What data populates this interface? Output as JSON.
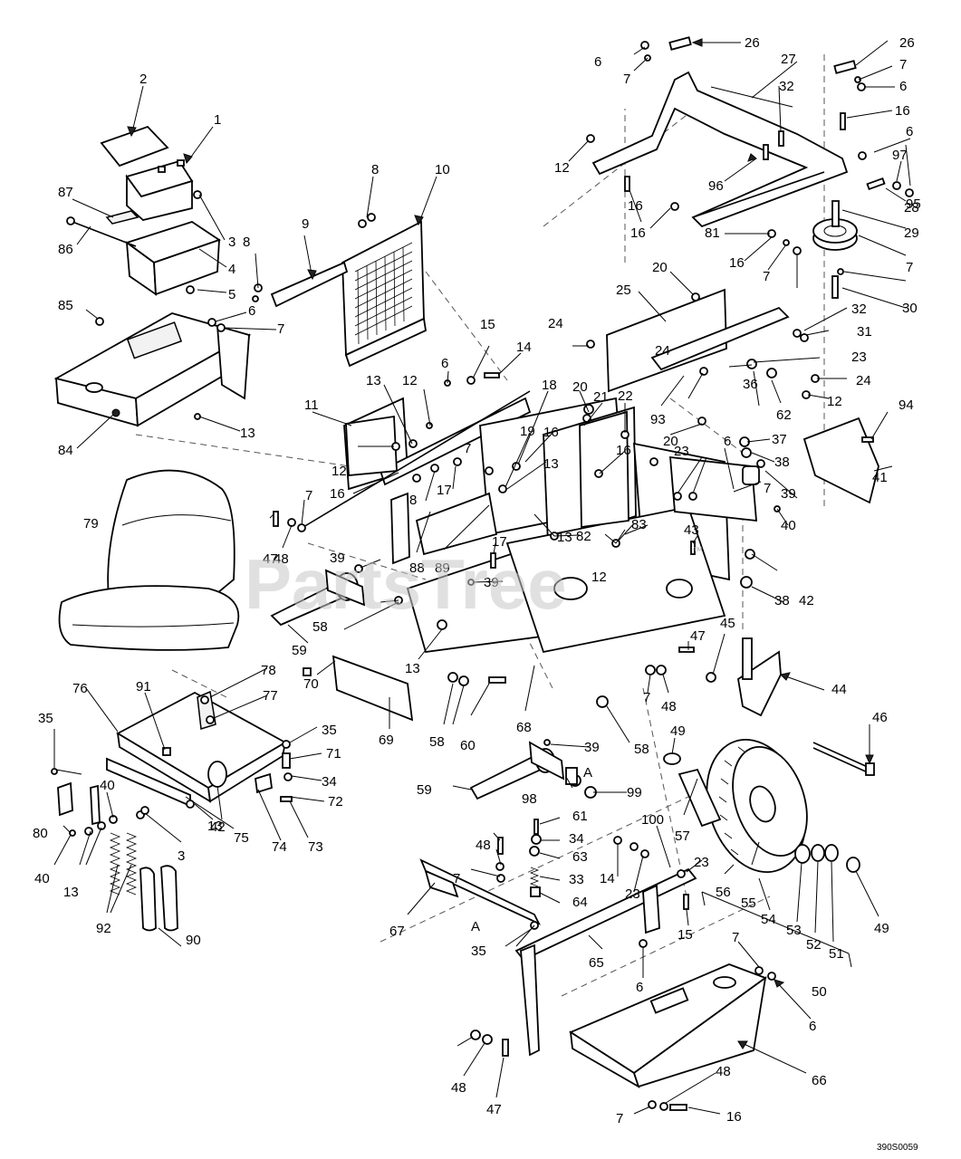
{
  "watermark": {
    "text": "PartsTree",
    "trademark": "™"
  },
  "drawing_code": "390S0059",
  "section_marks": [
    "A",
    "A"
  ],
  "callouts": [
    "1",
    "2",
    "3",
    "3",
    "4",
    "5",
    "6",
    "6",
    "6",
    "6",
    "6",
    "6",
    "6",
    "6",
    "7",
    "7",
    "7",
    "7",
    "7",
    "7",
    "7",
    "7",
    "7",
    "7",
    "7",
    "7",
    "8",
    "8",
    "8",
    "9",
    "10",
    "11",
    "12",
    "12",
    "12",
    "12",
    "12",
    "13",
    "13",
    "13",
    "13",
    "13",
    "13",
    "13",
    "14",
    "14",
    "15",
    "15",
    "16",
    "16",
    "16",
    "16",
    "16",
    "16",
    "16",
    "16",
    "17",
    "17",
    "18",
    "19",
    "20",
    "20",
    "20",
    "21",
    "22",
    "23",
    "23",
    "23",
    "23",
    "24",
    "24",
    "24",
    "25",
    "26",
    "26",
    "27",
    "28",
    "29",
    "30",
    "31",
    "32",
    "32",
    "33",
    "34",
    "34",
    "35",
    "35",
    "35",
    "36",
    "37",
    "38",
    "38",
    "39",
    "39",
    "39",
    "39",
    "40",
    "40",
    "40",
    "41",
    "42",
    "42",
    "43",
    "44",
    "45",
    "46",
    "47",
    "47",
    "47",
    "48",
    "48",
    "48",
    "48",
    "48",
    "49",
    "49",
    "50",
    "51",
    "52",
    "53",
    "54",
    "55",
    "56",
    "57",
    "58",
    "58",
    "58",
    "59",
    "59",
    "60",
    "61",
    "62",
    "63",
    "64",
    "65",
    "66",
    "67",
    "68",
    "69",
    "70",
    "71",
    "72",
    "73",
    "74",
    "75",
    "76",
    "77",
    "78",
    "79",
    "80",
    "81",
    "82",
    "83",
    "84",
    "85",
    "86",
    "87",
    "88",
    "89",
    "90",
    "91",
    "92",
    "93",
    "94",
    "95",
    "96",
    "97",
    "98",
    "99",
    "100"
  ]
}
